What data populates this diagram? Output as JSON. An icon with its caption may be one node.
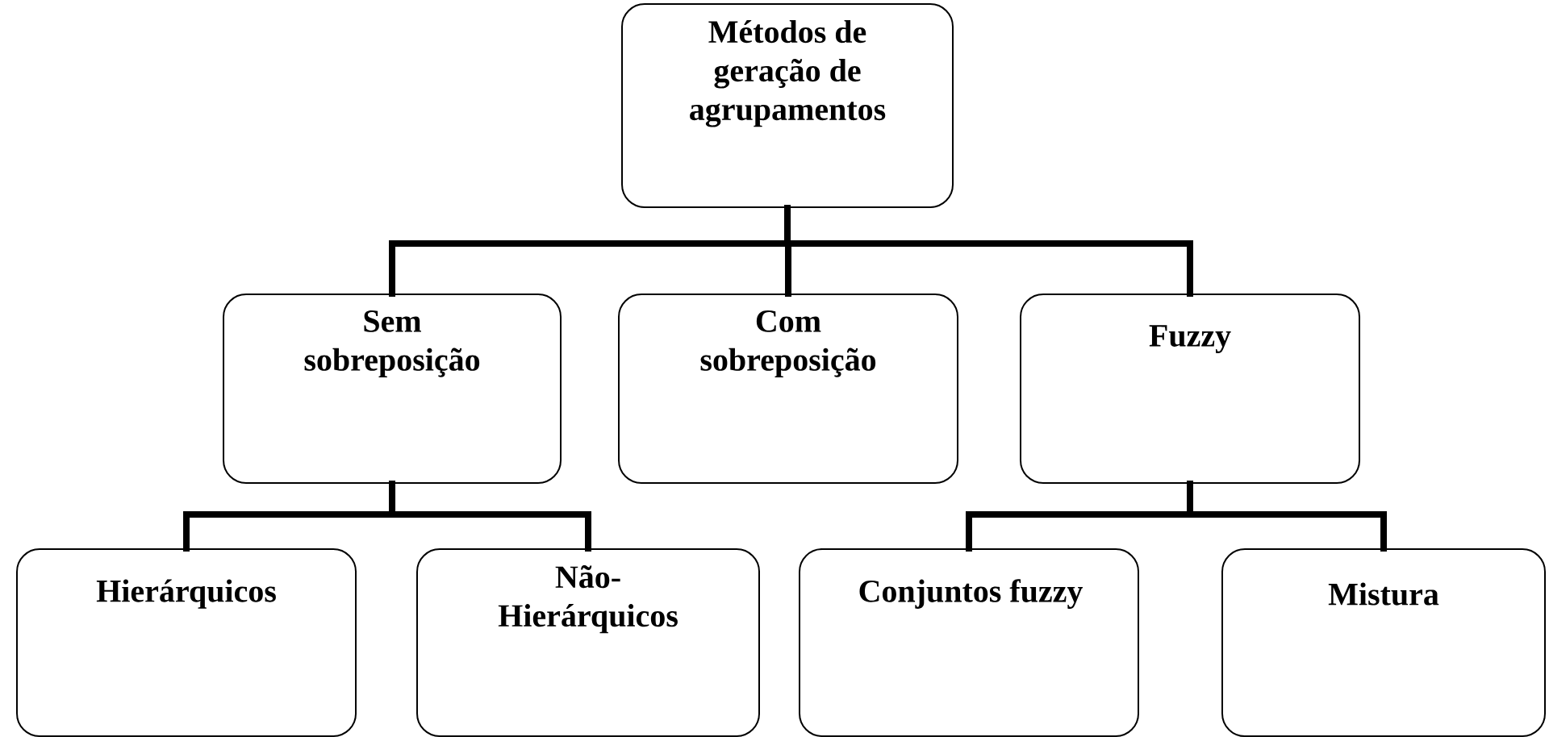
{
  "diagram": {
    "nodes": [
      {
        "text": [
          "Métodos de geração de agrupamentos"
        ]
      },
      {
        "text": [
          "Sem sobreposição"
        ]
      },
      {
        "text": [
          "Com sobreposição"
        ]
      },
      {
        "text": [
          "Fuzzy"
        ]
      },
      {
        "text": [
          "Hierárquicos"
        ]
      },
      {
        "text": [
          "Não-Hierárquicos"
        ]
      },
      {
        "text": [
          "Conjuntos fuzzy"
        ]
      },
      {
        "text": [
          "Mistura"
        ]
      }
    ],
    "edges": [
      {
        "from": 0,
        "to": 1,
        "arrow": "none"
      },
      {
        "from": 0,
        "to": 2,
        "arrow": "none"
      },
      {
        "from": 0,
        "to": 3,
        "arrow": "none"
      },
      {
        "from": 1,
        "to": 4,
        "arrow": "none"
      },
      {
        "from": 1,
        "to": 5,
        "arrow": "none"
      },
      {
        "from": 3,
        "to": 6,
        "arrow": "none"
      },
      {
        "from": 3,
        "to": 7,
        "arrow": "none"
      }
    ]
  }
}
